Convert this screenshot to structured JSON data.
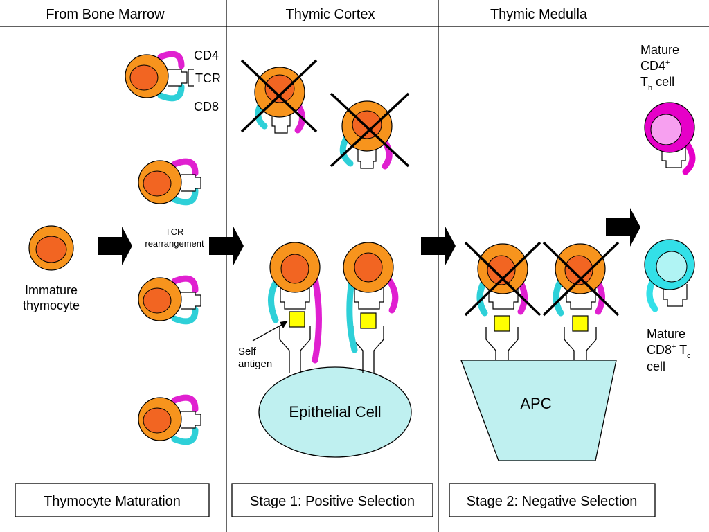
{
  "headers": {
    "bone_marrow": "From Bone Marrow",
    "cortex": "Thymic Cortex",
    "medulla": "Thymic Medulla"
  },
  "labels": {
    "cd4": "CD4",
    "tcr": "TCR",
    "cd8": "CD8",
    "immature_line1": "Immature",
    "immature_line2": "thymocyte",
    "tcr_rearr_line1": "TCR",
    "tcr_rearr_line2": "rearrangement",
    "self_antigen_line1": "Self",
    "self_antigen_line2": "antigen",
    "epithelial": "Epithelial Cell",
    "apc": "APC",
    "mature_cd4_line1": "Mature",
    "mature_cd4_line2_main": "CD4",
    "mature_cd4_line2_sup": "+",
    "mature_cd4_line3_t": "T",
    "mature_cd4_line3_sub": "h",
    "mature_cd4_line3_rest": " cell",
    "mature_cd8_line1": "Mature",
    "mature_cd8_line2_main": "CD8",
    "mature_cd8_line2_sup": "+",
    "mature_cd8_line2_t": " T",
    "mature_cd8_line2_sub": "c",
    "mature_cd8_line3": "cell"
  },
  "stages": {
    "maturation": "Thymocyte Maturation",
    "positive": "Stage 1: Positive Selection",
    "negative": "Stage 2: Negative Selection"
  },
  "colors": {
    "thymocyte_outer": "#f7941d",
    "thymocyte_nucleus": "#f26522",
    "cd4_magenta": "#e020d0",
    "cd8_cyan": "#2ed0d8",
    "epithelial_fill": "#bff0f0",
    "antigen_yellow": "#ffff00",
    "th_cell": "#e600c8",
    "th_nucleus": "#f7a0f0",
    "tc_cell": "#33e0e8",
    "tc_nucleus": "#b0f4f4"
  }
}
